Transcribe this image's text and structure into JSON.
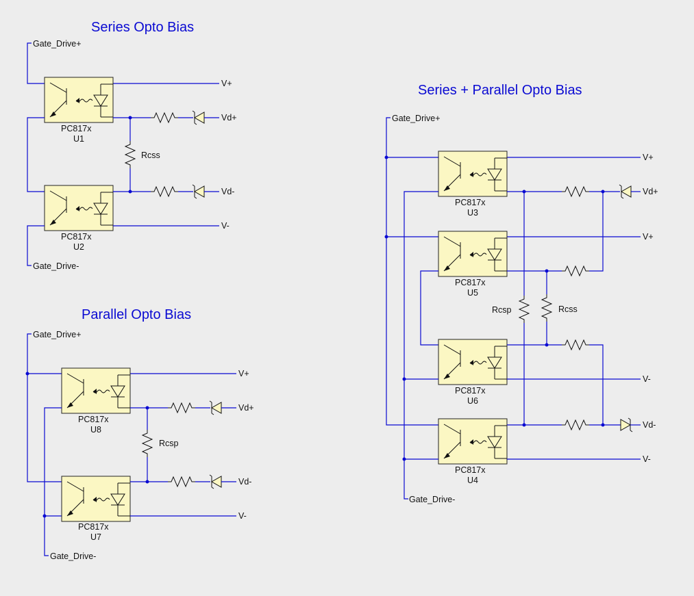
{
  "titles": {
    "series": "Series Opto Bias",
    "parallel": "Parallel Opto Bias",
    "series_parallel": "Series + Parallel Opto Bias"
  },
  "nets": {
    "gate_pos": "Gate_Drive+",
    "gate_neg": "Gate_Drive-",
    "vplus": "V+",
    "vminus": "V-",
    "vdplus": "Vd+",
    "vdminus": "Vd-"
  },
  "resistors": {
    "rcss": "Rcss",
    "rcsp": "Rcsp"
  },
  "parts": {
    "type": "PC817x",
    "u1": "U1",
    "u2": "U2",
    "u3": "U3",
    "u4": "U4",
    "u5": "U5",
    "u6": "U6",
    "u7": "U7",
    "u8": "U8"
  },
  "colors": {
    "wire": "#0a0ad2",
    "title": "#0a0ad2",
    "ic_fill": "#fbf7c3",
    "background": "#ededed"
  }
}
